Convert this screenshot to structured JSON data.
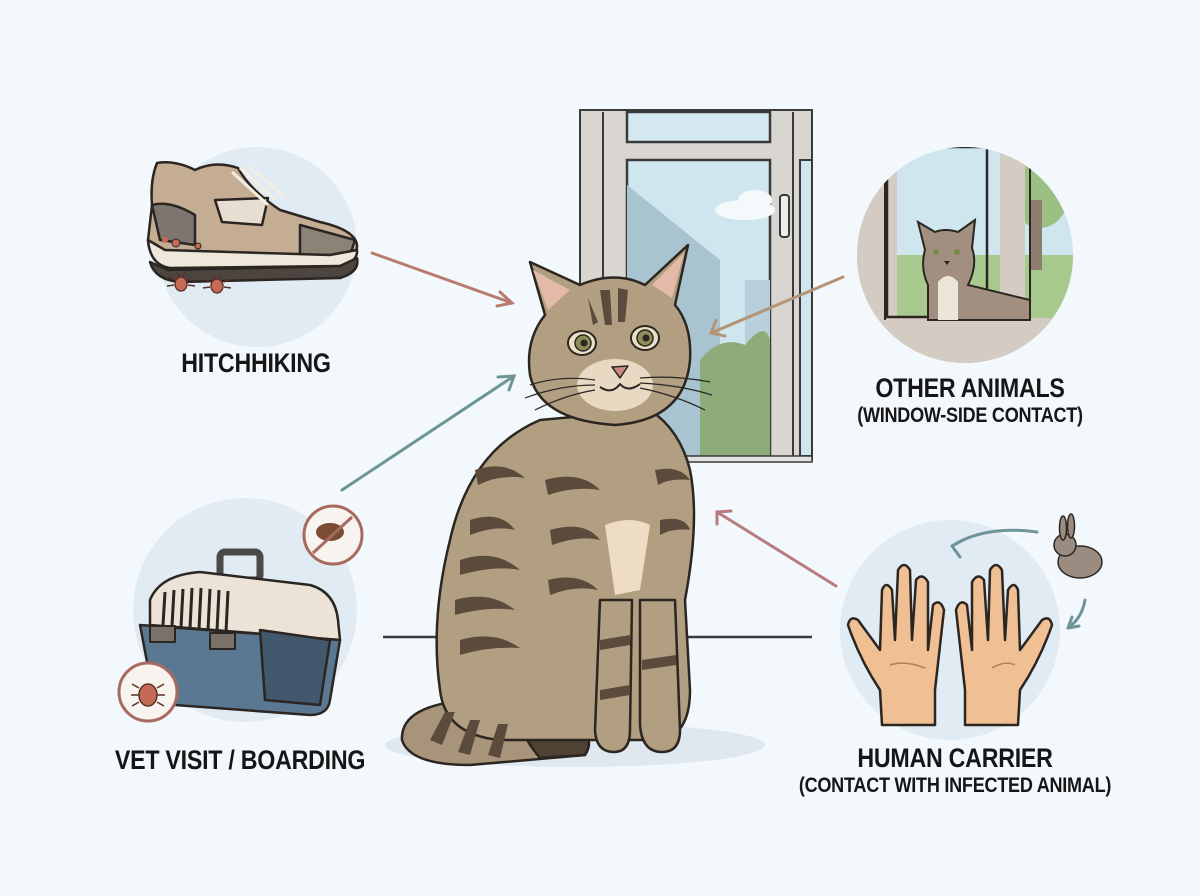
{
  "diagram": {
    "subject": "cat",
    "sources": [
      {
        "id": "hitchhiking",
        "title": "HITCHHIKING",
        "subtitle": "",
        "icon": "shoe-with-ticks-icon",
        "arrow_color": "#b97a6f"
      },
      {
        "id": "other-animals",
        "title": "OTHER ANIMALS",
        "subtitle": "(WINDOW-SIDE CONTACT)",
        "icon": "cat-at-window-icon",
        "arrow_color": "#b49577"
      },
      {
        "id": "vet-visit",
        "title": "VET VISIT / BOARDING",
        "subtitle": "",
        "icon": "pet-carrier-icon",
        "arrow_color": "#6b9694"
      },
      {
        "id": "human-carrier",
        "title": "HUMAN CARRIER",
        "subtitle": "(CONTACT WITH INFECTED ANIMAL)",
        "icon": "hands-with-rabbit-icon",
        "arrow_color": "#b97a80"
      }
    ],
    "colors": {
      "background": "#f3f8fc",
      "circle": "#e1ebf3",
      "outline": "#2b2622",
      "tabby_base": "#b29e80",
      "tabby_stripe": "#5b4b3c",
      "parasite": "#c56a56",
      "window_frame": "#d9d6d2",
      "sky": "#cfe6ef"
    }
  }
}
